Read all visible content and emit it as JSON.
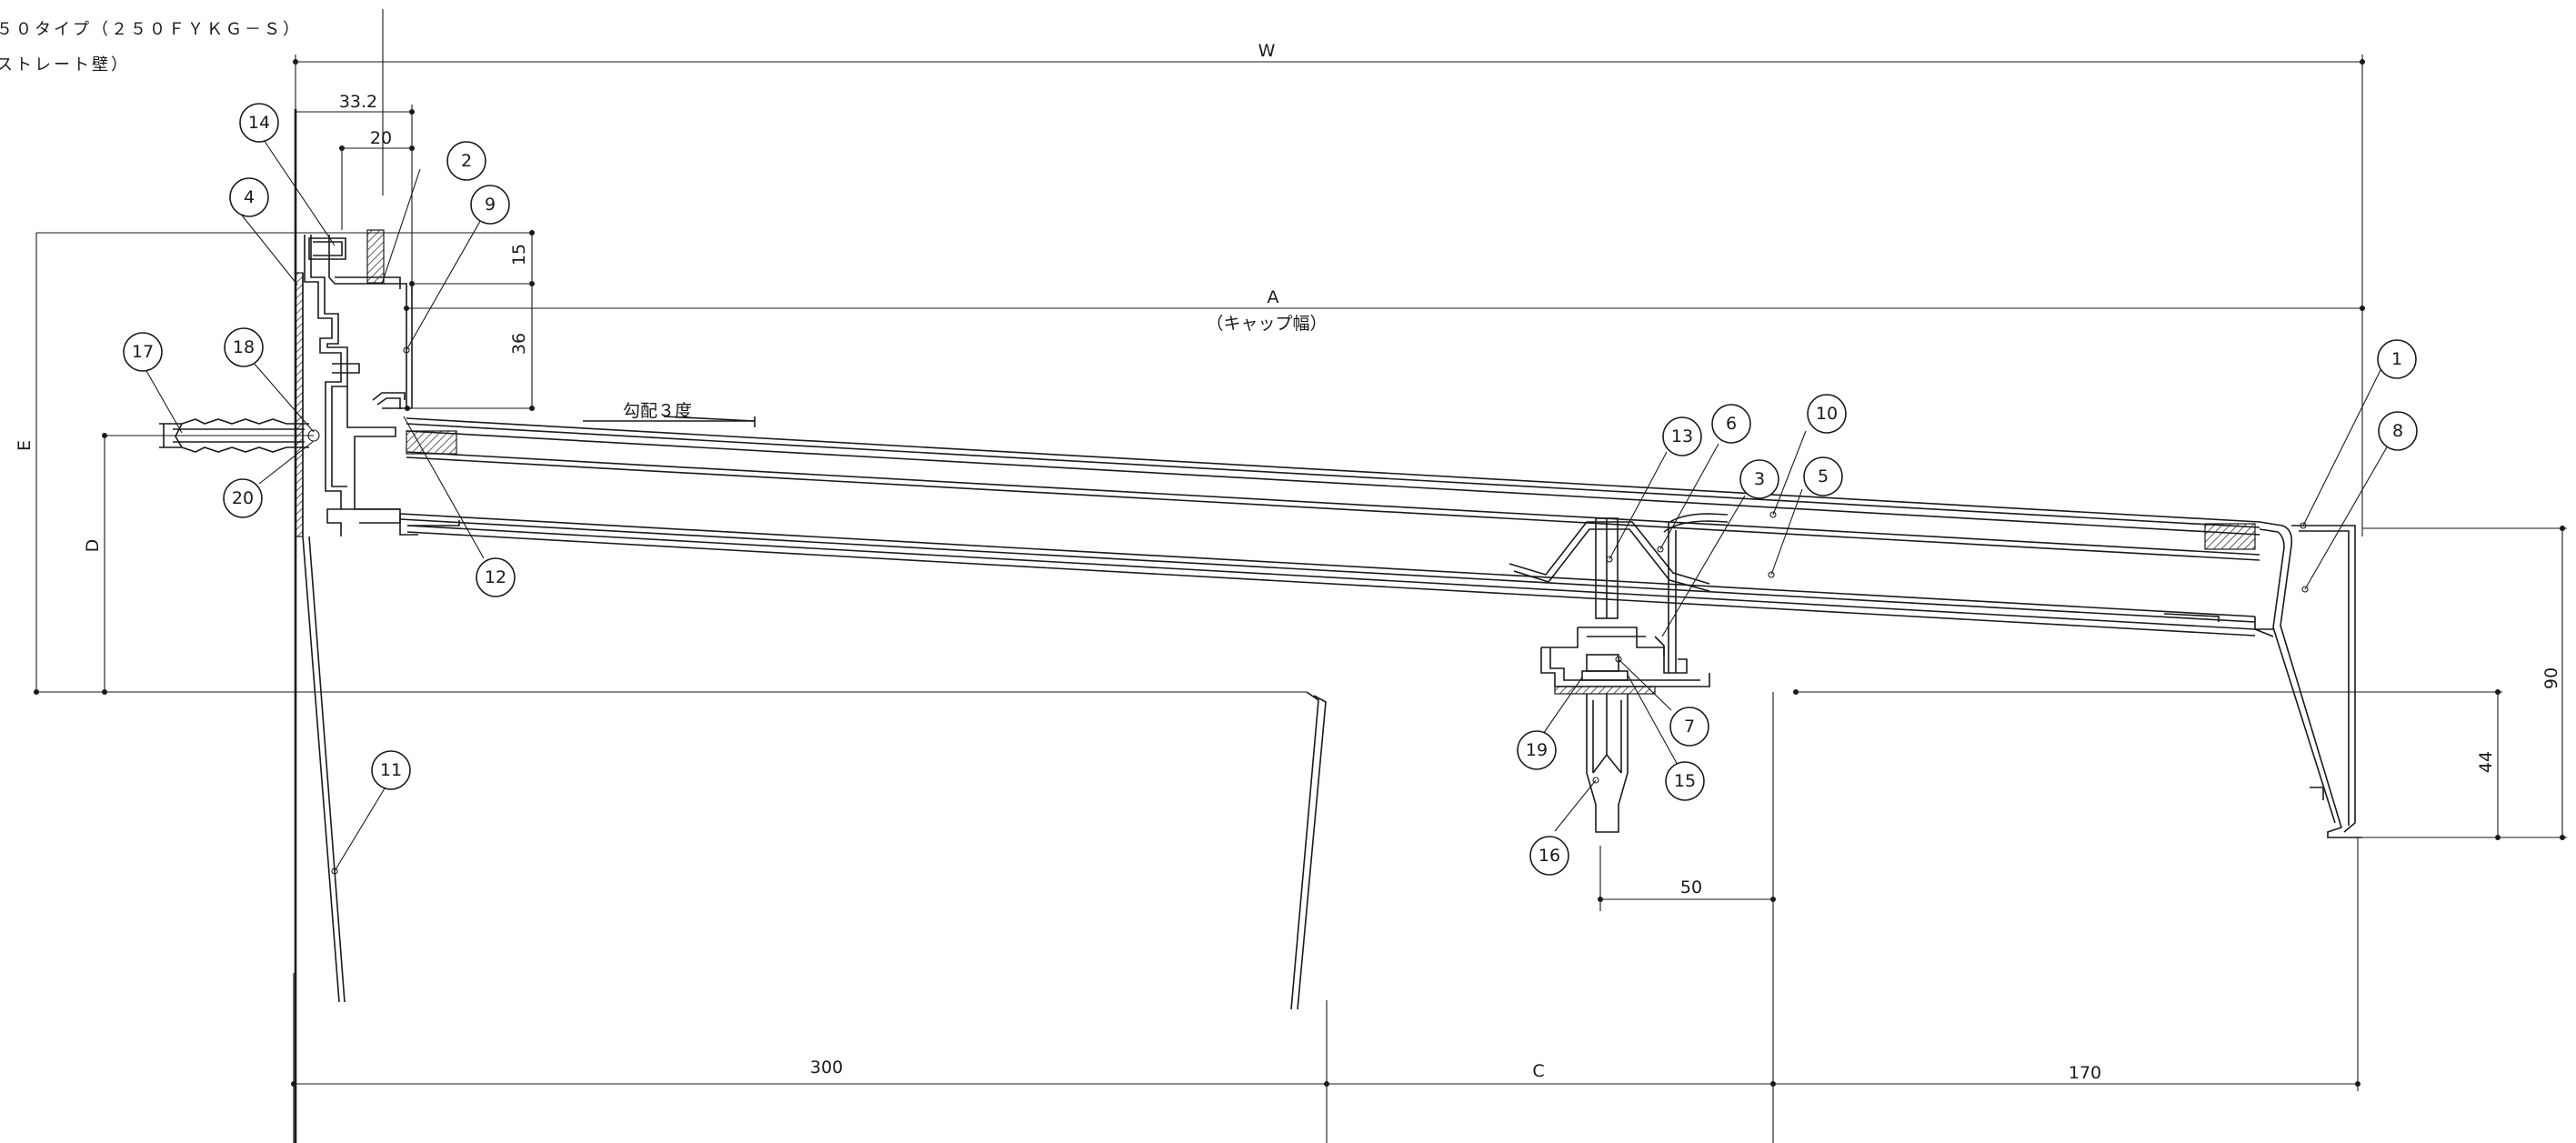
{
  "title": {
    "line1": "５０タイプ（２５０ＦＹＫＧ－Ｓ）",
    "line2": "ストレート壁）"
  },
  "dimensions": {
    "W": "W",
    "A": "A",
    "A_note": "（キャップ幅）",
    "d33_2": "33.2",
    "d20": "20",
    "d15": "15",
    "d36": "36",
    "E": "E",
    "D": "D",
    "d90": "90",
    "d44": "44",
    "d50": "50",
    "d300": "300",
    "C": "C",
    "d170": "170"
  },
  "slope_label": "勾配３度",
  "parts": [
    "1",
    "2",
    "3",
    "4",
    "5",
    "6",
    "7",
    "8",
    "9",
    "10",
    "11",
    "12",
    "13",
    "14",
    "15",
    "16",
    "17",
    "18",
    "19",
    "20"
  ]
}
